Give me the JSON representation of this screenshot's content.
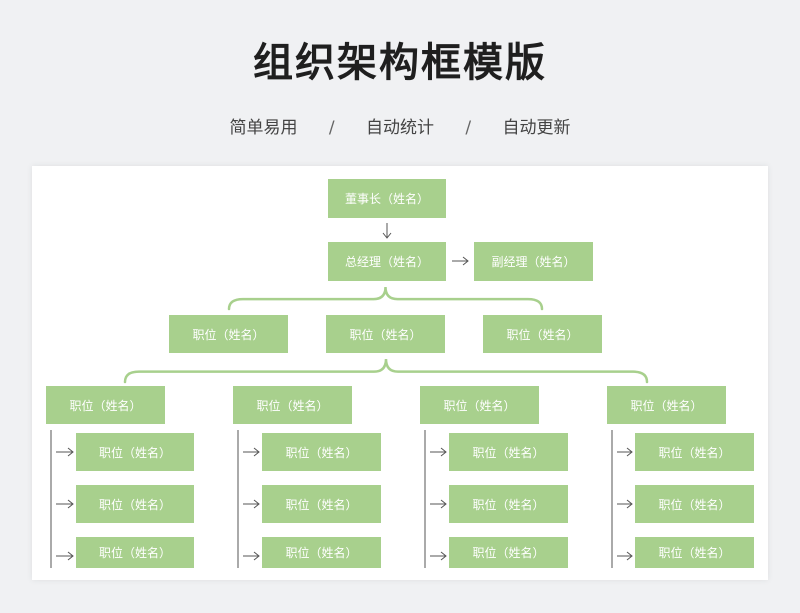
{
  "header": {
    "title": "组织架构框模版",
    "subtitle_items": [
      "简单易用",
      "自动统计",
      "自动更新"
    ],
    "separator": "/"
  },
  "colors": {
    "node_fill": "#a8d08d",
    "node_text": "#ffffff",
    "line": "#555555",
    "brace": "#a8d08d"
  },
  "chart": {
    "chairman": "董事长（姓名）",
    "gm": "总经理（姓名）",
    "deputy_gm": "副经理（姓名）",
    "level3": [
      "职位（姓名）",
      "职位（姓名）",
      "职位（姓名）"
    ],
    "departments": [
      {
        "head": "职位（姓名）",
        "members": [
          "职位（姓名）",
          "职位（姓名）",
          "职位（姓名）"
        ]
      },
      {
        "head": "职位（姓名）",
        "members": [
          "职位（姓名）",
          "职位（姓名）",
          "职位（姓名）"
        ]
      },
      {
        "head": "职位（姓名）",
        "members": [
          "职位（姓名）",
          "职位（姓名）",
          "职位（姓名）"
        ]
      },
      {
        "head": "职位（姓名）",
        "members": [
          "职位（姓名）",
          "职位（姓名）",
          "职位（姓名）"
        ]
      }
    ]
  }
}
